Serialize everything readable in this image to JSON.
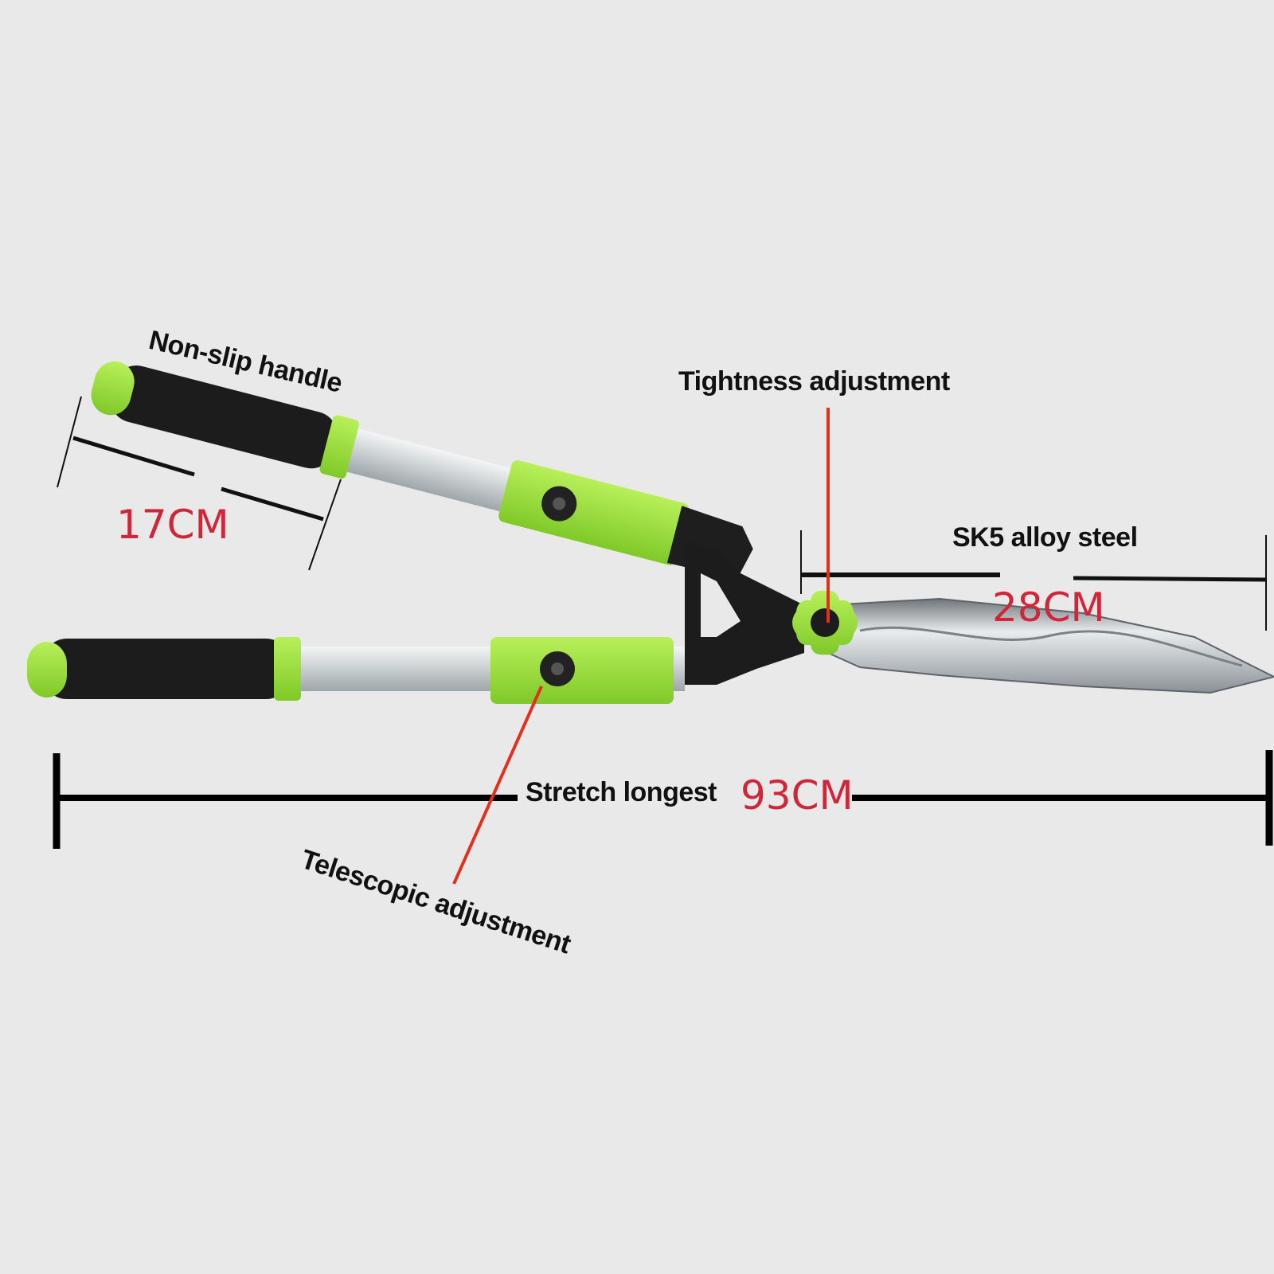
{
  "labels": {
    "non_slip_handle": "Non-slip handle",
    "tightness_adjustment": "Tightness adjustment",
    "sk5_alloy_steel": "SK5 alloy steel",
    "stretch_longest": "Stretch longest",
    "telescopic_adjustment": "Telescopic adjustment"
  },
  "dimensions": {
    "handle_grip": "17CM",
    "blade": "28CM",
    "total_stretched": "93CM"
  },
  "colors": {
    "background": "#e9e9e9",
    "accent_green": "#9be03a",
    "grip_black": "#1c1c1c",
    "callout_red": "#d0263a",
    "label_text": "#111111"
  }
}
